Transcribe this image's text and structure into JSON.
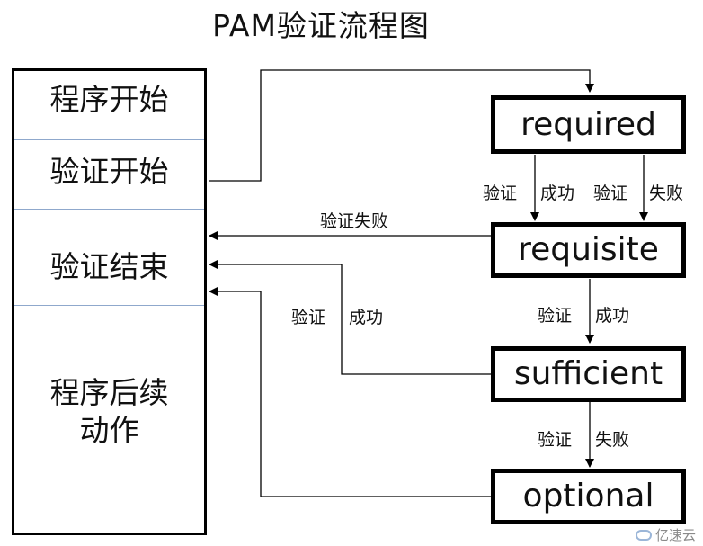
{
  "title": "PAM验证流程图",
  "left_panel": {
    "s1": "程序开始",
    "s2": "验证开始",
    "s3": "验证结束",
    "s4_line1": "程序后续",
    "s4_line2": "动作"
  },
  "nodes": {
    "required": "required",
    "requisite": "requisite",
    "sufficient": "sufficient",
    "optional": "optional"
  },
  "edge_labels": {
    "req_success_a": "验证",
    "req_success_b": "成功",
    "req_fail_a": "验证",
    "req_fail_b": "失败",
    "requisite_fail": "验证失败",
    "requisite_success_a": "验证",
    "requisite_success_b": "成功",
    "sufficient_success_a": "验证",
    "sufficient_success_b": "成功",
    "sufficient_fail_a": "验证",
    "sufficient_fail_b": "失败"
  },
  "watermark": "亿速云",
  "colors": {
    "line": "#000000",
    "divider": "#8fa8cc"
  }
}
